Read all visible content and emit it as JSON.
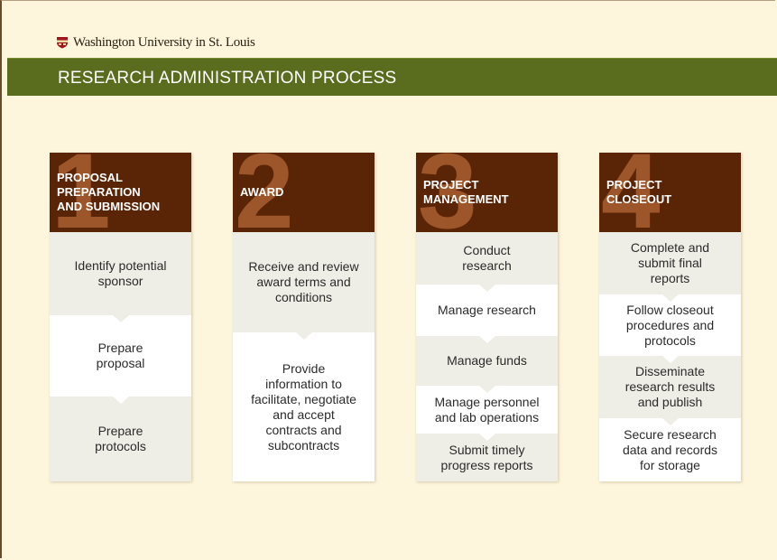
{
  "header": {
    "university": "Washington University in St. Louis",
    "banner_title": "RESEARCH ADMINISTRATION PROCESS"
  },
  "colors": {
    "background": "#fdf6dc",
    "banner": "#5a6c1e",
    "column_header": "#5a2407",
    "big_number": "#a95f30",
    "shade": "#eeeee6"
  },
  "columns": [
    {
      "number": "1",
      "title": "PROPOSAL\nPREPARATION\nAND SUBMISSION",
      "steps": [
        "Identify potential\nsponsor",
        "Prepare\nproposal",
        "Prepare\nprotocols"
      ]
    },
    {
      "number": "2",
      "title": "AWARD",
      "steps": [
        "Receive and review\naward terms and\nconditions",
        "Provide\ninformation to\nfacilitate, negotiate\nand accept\ncontracts and\nsubcontracts"
      ]
    },
    {
      "number": "3",
      "title": "PROJECT\nMANAGEMENT",
      "steps": [
        "Conduct\nresearch",
        "Manage research",
        "Manage  funds",
        "Manage personnel\nand lab operations",
        "Submit timely\nprogress reports"
      ]
    },
    {
      "number": "4",
      "title": "PROJECT\nCLOSEOUT",
      "steps": [
        "Complete and\nsubmit final\nreports",
        "Follow closeout\nprocedures and\nprotocols",
        "Disseminate\nresearch results\nand publish",
        "Secure research\ndata and records\nfor storage"
      ]
    }
  ]
}
